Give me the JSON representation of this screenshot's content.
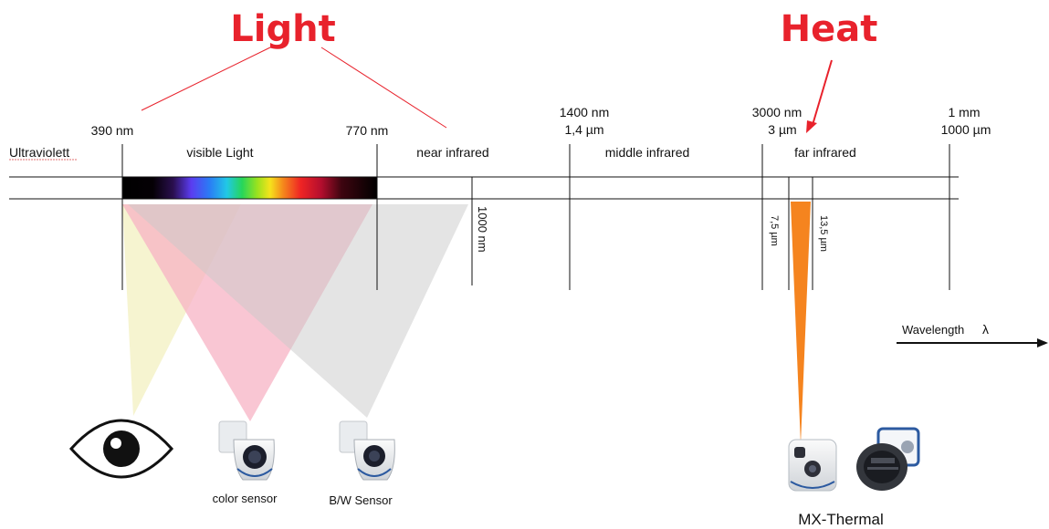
{
  "headings": {
    "light": "Light",
    "heat": "Heat"
  },
  "ticks": {
    "t390": "390 nm",
    "t770": "770 nm",
    "t1400_nm": "1400 nm",
    "t1400_um": "1,4 µm",
    "t3000_nm": "3000 nm",
    "t3000_um": "3 µm",
    "t1mm": "1 mm",
    "t1000um": "1000 µm",
    "t1000nm": "1000 nm",
    "t7_5": "7,5 µm",
    "t13_5": "13,5 µm"
  },
  "regions": {
    "ultraviolet": "Ultraviolett",
    "visible": "visible Light",
    "near_ir": "near infrared",
    "middle_ir": "middle infrared",
    "far_ir": "far infrared"
  },
  "axis": {
    "wavelength": "Wavelength",
    "lambda": "λ"
  },
  "sensors": {
    "color": "color sensor",
    "bw": "B/W Sensor",
    "thermal": "MX-Thermal"
  },
  "colors": {
    "heading_red": "#e8222c",
    "thermal_orange": "#f5841f",
    "eye_cone": "#f4f2c8",
    "color_cone": "#f7b3c4",
    "bw_cone": "#d6d6d6"
  },
  "icons": [
    "eye-icon",
    "color-camera-icon",
    "bw-camera-icon",
    "thermal-camera-icon",
    "thermal-camera-mount-icon"
  ]
}
